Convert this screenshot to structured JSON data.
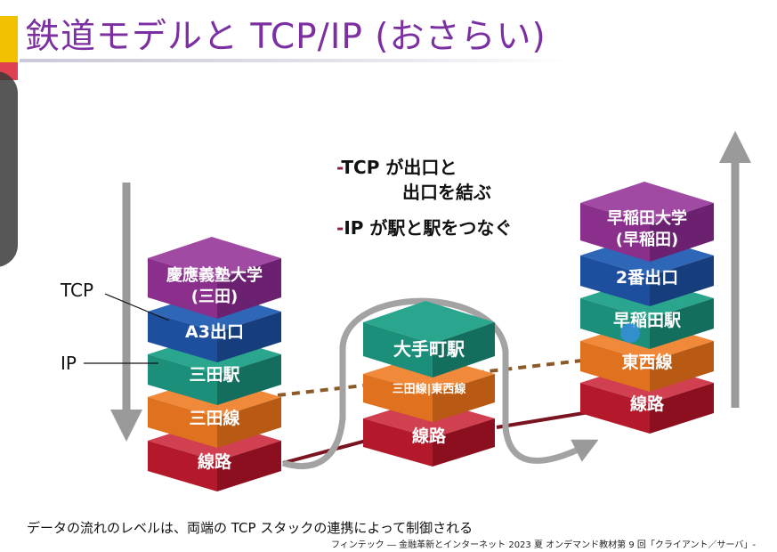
{
  "title": "鉄道モデルと TCP/IP (おさらい)",
  "bullets": {
    "b1_dash": "-",
    "b1_line1": "TCP が出口と",
    "b1_line2": "出口を結ぶ",
    "b2_dash": "-",
    "b2_text": "IP が駅と駅をつなぐ"
  },
  "labels": {
    "tcp": "TCP",
    "ip": "IP"
  },
  "left_stack": {
    "top_line1": "慶應義塾大学",
    "top_line2": "(三田)",
    "exit": "A3出口",
    "station": "三田駅",
    "line": "三田線",
    "track": "線路"
  },
  "middle_stack": {
    "station": "大手町駅",
    "line": "三田線|東西線",
    "track": "線路"
  },
  "right_stack": {
    "top_line1": "早稲田大学",
    "top_line2": "(早稲田)",
    "exit": "2番出口",
    "station": "早稲田駅",
    "line": "東西線",
    "track": "線路"
  },
  "colors": {
    "purple": "#8a2f8c",
    "blue": "#1e4f9e",
    "teal": "#1b8f7a",
    "orange": "#e0711f",
    "red": "#b3192a",
    "title": "#7b2fa0"
  },
  "footer": "データの流れのレベルは、両端の TCP スタックの連携によって制御される",
  "credit": "フィンテック ― 金融革新とインターネット 2023 夏 オンデマンド教材第 9 回「クライアント／サーバ」-"
}
